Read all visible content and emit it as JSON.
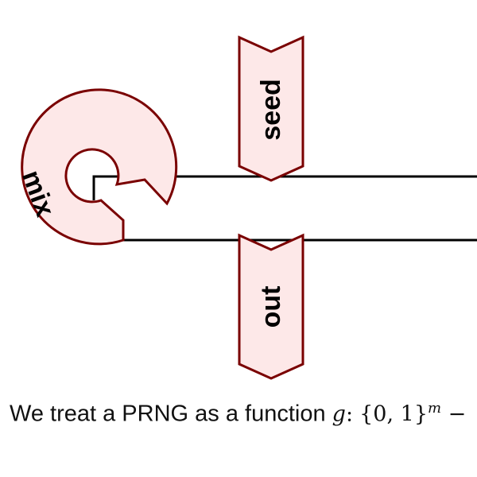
{
  "colors": {
    "shape_fill": "#fde8e8",
    "shape_stroke": "#7a0000",
    "wire": "#000000",
    "text": "#000000"
  },
  "diagram": {
    "mix_label": "mix",
    "seed_label": "seed",
    "out_label": "out"
  },
  "caption": {
    "prefix": "We treat a PRNG as a function ",
    "func_var": "g",
    "colon": ":",
    "set": "{0, 1}",
    "exponent": "m",
    "arrow": " −"
  }
}
